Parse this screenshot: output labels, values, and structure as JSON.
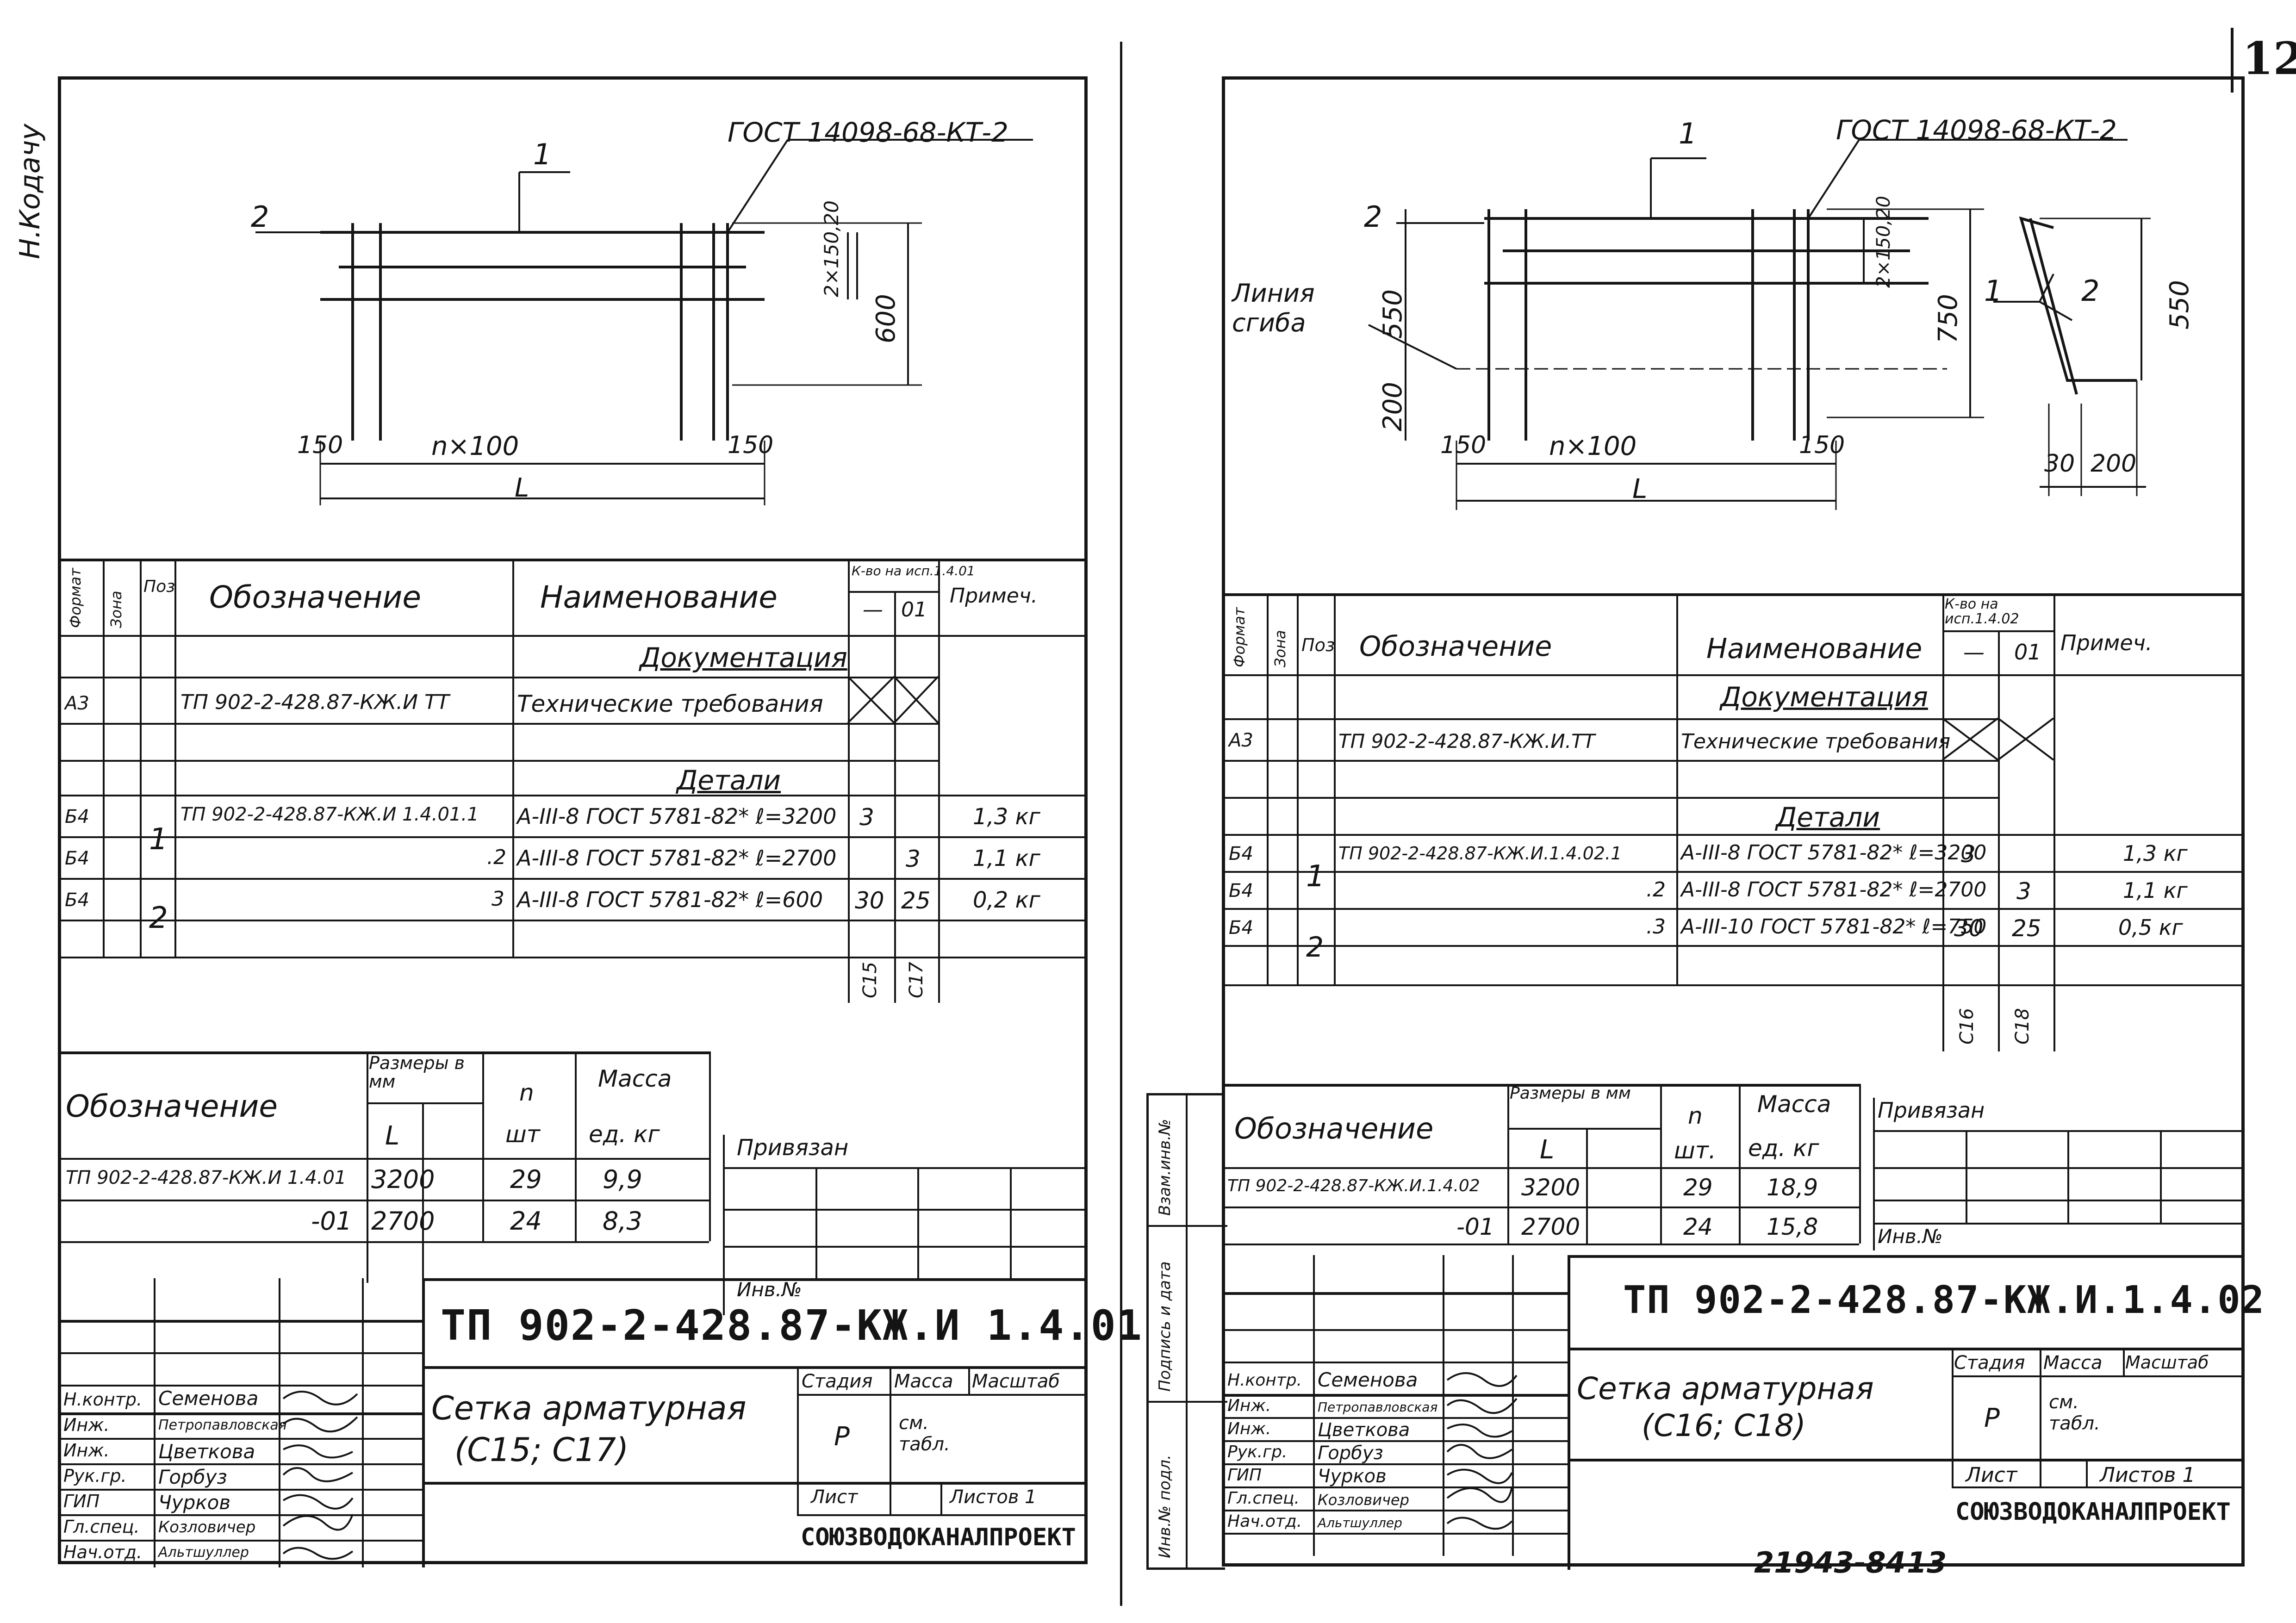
{
  "page_number": "12",
  "bottom_number": "21943-84",
  "bottom_page": "13",
  "side_note_left": "Н.Кодачу",
  "binder_left": [
    "Инв.№ подл.",
    "Подпись и дата",
    "Взам.инв.№"
  ],
  "sheets": [
    {
      "id": "left",
      "drawing": {
        "gost": "ГОСТ 14098-68-КТ-2",
        "pos1": "1",
        "pos2": "2",
        "dim_top": "2×150,20",
        "dim_height": "600",
        "dim_left": "150",
        "dim_mid": "n×100",
        "dim_right": "150",
        "dim_len": "L"
      },
      "spec": {
        "headers": {
          "format": "Формат",
          "zone": "Зона",
          "pos": "Поз",
          "designation": "Обозначение",
          "name": "Наименование",
          "qty": "К-во на исп.1.4.01",
          "qty_a": "—",
          "qty_b": "01",
          "note": "Примеч."
        },
        "section_doc": "Документация",
        "doc_row": {
          "format": "А3",
          "designation": "ТП 902-2-428.87-КЖ.И ТТ",
          "name": "Технические требования"
        },
        "section_parts": "Детали",
        "rows": [
          {
            "format": "Б4",
            "pos": "1",
            "designation": "ТП 902-2-428.87-КЖ.И 1.4.01.1",
            "name": "А-III-8 ГОСТ 5781-82* ℓ=3200",
            "qa": "3",
            "qb": "",
            "note": "1,3 кг"
          },
          {
            "format": "Б4",
            "pos": "",
            "designation": ".2",
            "name": "А-III-8 ГОСТ 5781-82* ℓ=2700",
            "qa": "",
            "qb": "3",
            "note": "1,1 кг"
          },
          {
            "format": "Б4",
            "pos": "2",
            "designation": "3",
            "name": "А-III-8 ГОСТ 5781-82* ℓ=600",
            "qa": "30",
            "qb": "25",
            "note": "0,2 кг"
          }
        ],
        "marks": [
          "С15",
          "С17"
        ]
      },
      "mass": {
        "headers": {
          "designation": "Обозначение",
          "sizes": "Размеры в мм",
          "L": "L",
          "n": "n",
          "n_unit": "шт",
          "mass": "Масса",
          "mass_unit": "ед. кг"
        },
        "rows": [
          {
            "designation": "ТП 902-2-428.87-КЖ.И 1.4.01",
            "L": "3200",
            "n": "29",
            "mass": "9,9"
          },
          {
            "designation": "-01",
            "L": "2700",
            "n": "24",
            "mass": "8,3"
          }
        ]
      },
      "privyazan": "Привязан",
      "inv": "Инв.№",
      "title": {
        "code": "ТП 902-2-428.87-КЖ.И 1.4.01",
        "name": "Сетка арматурная",
        "marks": "(С15; С17)",
        "stage_h": "Стадия",
        "mass_h": "Масса",
        "scale_h": "Масштаб",
        "stage": "Р",
        "mass": "см. табл.",
        "sheet": "Лист",
        "sheets": "Листов 1",
        "org": "СОЮЗВОДОКАНАЛПРОЕКТ",
        "people": [
          {
            "role": "Н.контр.",
            "name": "Семенова"
          },
          {
            "role": "Инж.",
            "name": "Петропавловская"
          },
          {
            "role": "Инж.",
            "name": "Цветкова"
          },
          {
            "role": "Рук.гр.",
            "name": "Горбуз"
          },
          {
            "role": "ГИП",
            "name": "Чурков"
          },
          {
            "role": "Гл.спец.",
            "name": "Козловичер"
          },
          {
            "role": "Нач.отд.",
            "name": "Альтшуллер"
          }
        ]
      }
    },
    {
      "id": "right",
      "drawing": {
        "gost": "ГОСТ 14098-68-КТ-2",
        "pos1": "1",
        "pos2": "2",
        "bend_label": "Линия сгиба",
        "dim_top": "2×150,20",
        "dim_550": "550",
        "dim_200": "200",
        "dim_750": "750",
        "dim_left": "150",
        "dim_mid": "n×100",
        "dim_right": "150",
        "dim_len": "L",
        "side_550": "550",
        "side_30": "30",
        "side_200": "200"
      },
      "spec": {
        "headers": {
          "format": "Формат",
          "zone": "Зона",
          "pos": "Поз",
          "designation": "Обозначение",
          "name": "Наименование",
          "qty": "К-во на исп.1.4.02",
          "qty_a": "—",
          "qty_b": "01",
          "note": "Примеч."
        },
        "section_doc": "Документация",
        "doc_row": {
          "format": "А3",
          "designation": "ТП 902-2-428.87-КЖ.И.ТТ",
          "name": "Технические требования"
        },
        "section_parts": "Детали",
        "rows": [
          {
            "format": "Б4",
            "pos": "1",
            "designation": "ТП 902-2-428.87-КЖ.И.1.4.02.1",
            "name": "А-III-8 ГОСТ 5781-82* ℓ=3200",
            "qa": "3",
            "qb": "",
            "note": "1,3 кг"
          },
          {
            "format": "Б4",
            "pos": "",
            "designation": ".2",
            "name": "А-III-8 ГОСТ 5781-82* ℓ=2700",
            "qa": "",
            "qb": "3",
            "note": "1,1 кг"
          },
          {
            "format": "Б4",
            "pos": "2",
            "designation": ".3",
            "name": "А-III-10 ГОСТ 5781-82* ℓ=750",
            "qa": "30",
            "qb": "25",
            "note": "0,5 кг"
          }
        ],
        "marks": [
          "С16",
          "С18"
        ]
      },
      "mass": {
        "headers": {
          "designation": "Обозначение",
          "sizes": "Размеры в мм",
          "L": "L",
          "n": "n",
          "n_unit": "шт.",
          "mass": "Масса",
          "mass_unit": "ед. кг"
        },
        "rows": [
          {
            "designation": "ТП 902-2-428.87-КЖ.И.1.4.02",
            "L": "3200",
            "n": "29",
            "mass": "18,9"
          },
          {
            "designation": "-01",
            "L": "2700",
            "n": "24",
            "mass": "15,8"
          }
        ]
      },
      "privyazan": "Привязан",
      "inv": "Инв.№",
      "title": {
        "code": "ТП 902-2-428.87-КЖ.И.1.4.02",
        "name": "Сетка арматурная",
        "marks": "(С16; С18)",
        "stage_h": "Стадия",
        "mass_h": "Масса",
        "scale_h": "Масштаб",
        "stage": "Р",
        "mass": "см. табл.",
        "sheet": "Лист",
        "sheets": "Листов 1",
        "org": "СОЮЗВОДОКАНАЛПРОЕКТ",
        "people": [
          {
            "role": "Н.контр.",
            "name": "Семенова"
          },
          {
            "role": "Инж.",
            "name": "Петропавловская"
          },
          {
            "role": "Инж.",
            "name": "Цветкова"
          },
          {
            "role": "Рук.гр.",
            "name": "Горбуз"
          },
          {
            "role": "ГИП",
            "name": "Чурков"
          },
          {
            "role": "Гл.спец.",
            "name": "Козловичер"
          },
          {
            "role": "Нач.отд.",
            "name": "Альтшуллер"
          }
        ]
      }
    }
  ]
}
